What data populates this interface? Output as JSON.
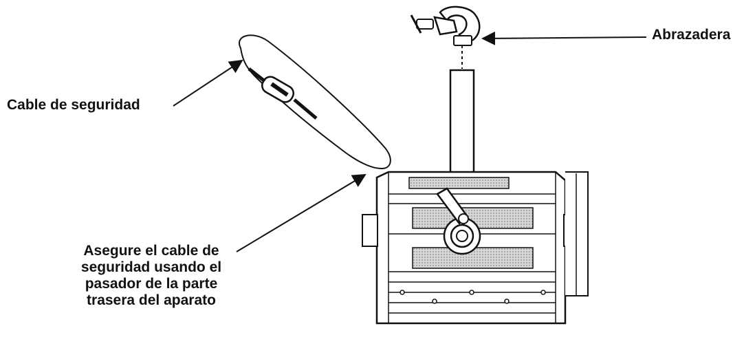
{
  "labels": {
    "clamp": "Abrazadera",
    "safety_cable": "Cable de seguridad",
    "secure_instruction": [
      "Asegure el cable de",
      "seguridad usando el",
      "pasador de la parte",
      "trasera del aparato"
    ]
  },
  "colors": {
    "line": "#111111",
    "fill": "#ffffff",
    "panel": "#bdbdbd",
    "dark_panel": "#8a8a8a"
  }
}
